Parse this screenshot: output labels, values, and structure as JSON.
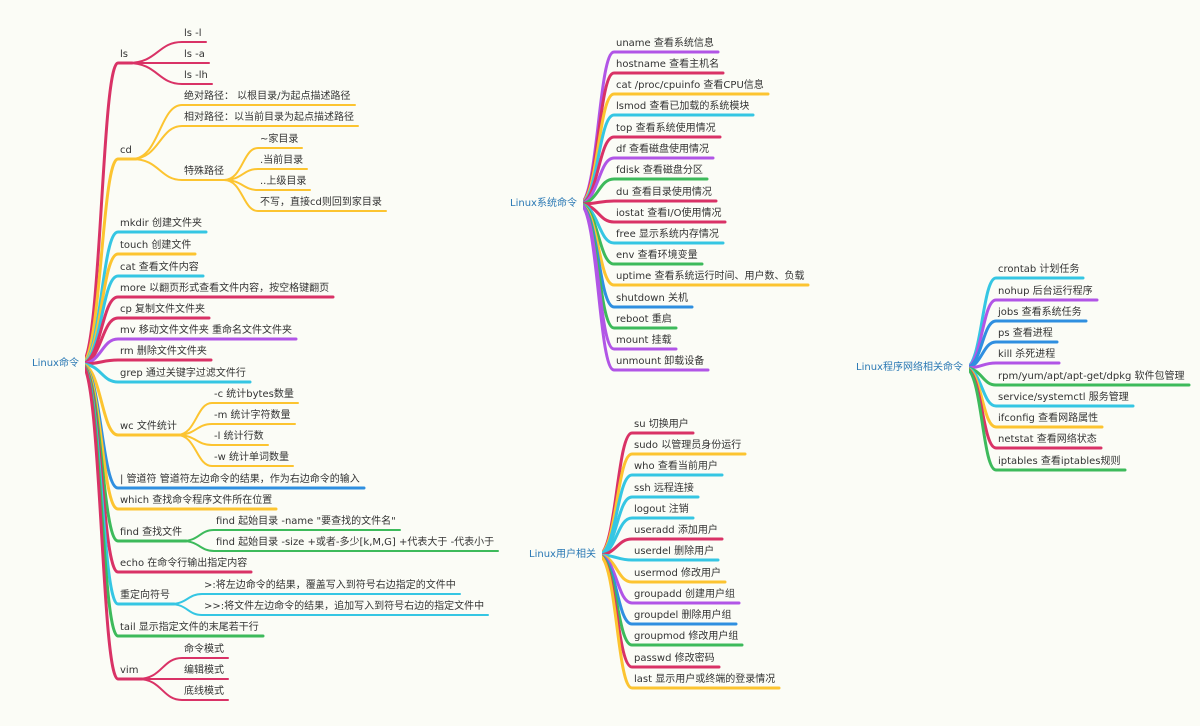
{
  "mindmap": {
    "line_width_main": 3,
    "line_width_sub": 2,
    "branches": [
      {
        "label": "Linux命令",
        "children": [
          {
            "label": "ls",
            "color": "#d93266",
            "children": [
              {
                "label": "ls -l"
              },
              {
                "label": "ls -a"
              },
              {
                "label": "ls -lh"
              }
            ]
          },
          {
            "label": "cd",
            "color": "#fcc430",
            "children": [
              {
                "label": "绝对路径： 以根目录/为起点描述路径"
              },
              {
                "label": "相对路径：以当前目录为起点描述路径"
              },
              {
                "label": "特殊路径",
                "children": [
                  {
                    "label": "~家目录"
                  },
                  {
                    "label": ".当前目录"
                  },
                  {
                    "label": "..上级目录"
                  },
                  {
                    "label": "不写，直接cd则回到家目录"
                  }
                ]
              }
            ]
          },
          {
            "label": "mkdir 创建文件夹",
            "color": "#35c6e3"
          },
          {
            "label": "touch 创建文件",
            "color": "#fcc430"
          },
          {
            "label": "cat 查看文件内容",
            "color": "#35c6e3"
          },
          {
            "label": "more 以翻页形式查看文件内容，按空格键翻页",
            "color": "#d93266"
          },
          {
            "label": "cp 复制文件文件夹",
            "color": "#d93266"
          },
          {
            "label": "mv 移动文件文件夹 重命名文件文件夹",
            "color": "#b155e6"
          },
          {
            "label": "rm 删除文件文件夹",
            "color": "#d93266"
          },
          {
            "label": "grep 通过关键字过滤文件行",
            "color": "#35c6e3"
          },
          {
            "label": "wc 文件统计",
            "color": "#fcc430",
            "children": [
              {
                "label": "-c 统计bytes数量"
              },
              {
                "label": "-m 统计字符数量"
              },
              {
                "label": "-l 统计行数"
              },
              {
                "label": "-w 统计单词数量"
              }
            ]
          },
          {
            "label": "| 管道符 管道符左边命令的结果，作为右边命令的输入",
            "color": "#2f8fe0"
          },
          {
            "label": "which 查找命令程序文件所在位置",
            "color": "#fcc430"
          },
          {
            "label": "find 查找文件",
            "color": "#3dba5b",
            "children": [
              {
                "label": "find 起始目录 -name \"要查找的文件名\""
              },
              {
                "label": "find 起始目录 -size +或者-多少[k,M,G] +代表大于 -代表小于"
              }
            ]
          },
          {
            "label": "echo 在命令行输出指定内容",
            "color": "#d93266"
          },
          {
            "label": "重定向符号",
            "color": "#35c6e3",
            "children": [
              {
                "label": ">:将左边命令的结果，覆盖写入到符号右边指定的文件中"
              },
              {
                "label": ">>:将文件左边命令的结果，追加写入到符号右边的指定文件中"
              }
            ]
          },
          {
            "label": "tail 显示指定文件的末尾若干行",
            "color": "#3dba5b"
          },
          {
            "label": "vim",
            "color": "#d93266",
            "children": [
              {
                "label": "命令模式"
              },
              {
                "label": "编辑模式"
              },
              {
                "label": "底线模式"
              }
            ]
          }
        ]
      },
      {
        "label": "Linux系统命令",
        "children": [
          {
            "label": "uname 查看系统信息",
            "color": "#b155e6"
          },
          {
            "label": "hostname 查看主机名",
            "color": "#d93266"
          },
          {
            "label": "cat /proc/cpuinfo 查看CPU信息",
            "color": "#fcc430"
          },
          {
            "label": "lsmod 查看已加载的系统模块",
            "color": "#35c6e3"
          },
          {
            "label": "top 查看系统使用情况",
            "color": "#d93266"
          },
          {
            "label": "df 查看磁盘使用情况",
            "color": "#b155e6"
          },
          {
            "label": "fdisk 查看磁盘分区",
            "color": "#3dba5b"
          },
          {
            "label": "du 查看目录使用情况",
            "color": "#d93266"
          },
          {
            "label": "iostat 查看I/O使用情况",
            "color": "#d93266"
          },
          {
            "label": "free 显示系统内存情况",
            "color": "#35c6e3"
          },
          {
            "label": "env 查看环境变量",
            "color": "#3dba5b"
          },
          {
            "label": "uptime 查看系统运行时间、用户数、负载",
            "color": "#fcc430"
          },
          {
            "label": "shutdown 关机",
            "color": "#2f8fe0"
          },
          {
            "label": "reboot 重启",
            "color": "#3dba5b"
          },
          {
            "label": "mount 挂载",
            "color": "#b155e6"
          },
          {
            "label": "unmount 卸载设备",
            "color": "#b155e6"
          }
        ]
      },
      {
        "label": "Linux用户相关",
        "children": [
          {
            "label": "su 切换用户",
            "color": "#d93266"
          },
          {
            "label": "sudo 以管理员身份运行",
            "color": "#fcc430"
          },
          {
            "label": "who 查看当前用户",
            "color": "#35c6e3"
          },
          {
            "label": "ssh 远程连接",
            "color": "#35c6e3"
          },
          {
            "label": "logout 注销",
            "color": "#35c6e3"
          },
          {
            "label": "useradd 添加用户",
            "color": "#d93266"
          },
          {
            "label": "userdel 删除用户",
            "color": "#35c6e3"
          },
          {
            "label": "usermod 修改用户",
            "color": "#fcc430"
          },
          {
            "label": "groupadd 创建用户组",
            "color": "#b155e6"
          },
          {
            "label": "groupdel 删除用户组",
            "color": "#2f8fe0"
          },
          {
            "label": "groupmod 修改用户组",
            "color": "#3dba5b"
          },
          {
            "label": "passwd 修改密码",
            "color": "#d93266"
          },
          {
            "label": "last 显示用户或终端的登录情况",
            "color": "#fcc430"
          }
        ]
      },
      {
        "label": "Linux程序网络相关命令",
        "children": [
          {
            "label": "crontab 计划任务",
            "color": "#35c6e3"
          },
          {
            "label": "nohup 后台运行程序",
            "color": "#b155e6"
          },
          {
            "label": "jobs 查看系统任务",
            "color": "#2f8fe0"
          },
          {
            "label": "ps 查看进程",
            "color": "#2f8fe0"
          },
          {
            "label": "kill 杀死进程",
            "color": "#b155e6"
          },
          {
            "label": "rpm/yum/apt/apt-get/dpkg 软件包管理",
            "color": "#3dba5b"
          },
          {
            "label": "service/systemctl 服务管理",
            "color": "#35c6e3"
          },
          {
            "label": "ifconfig 查看网路属性",
            "color": "#fcc430"
          },
          {
            "label": "netstat 查看网络状态",
            "color": "#d93266"
          },
          {
            "label": "iptables 查看iptables规则",
            "color": "#3dba5b"
          }
        ]
      }
    ]
  }
}
